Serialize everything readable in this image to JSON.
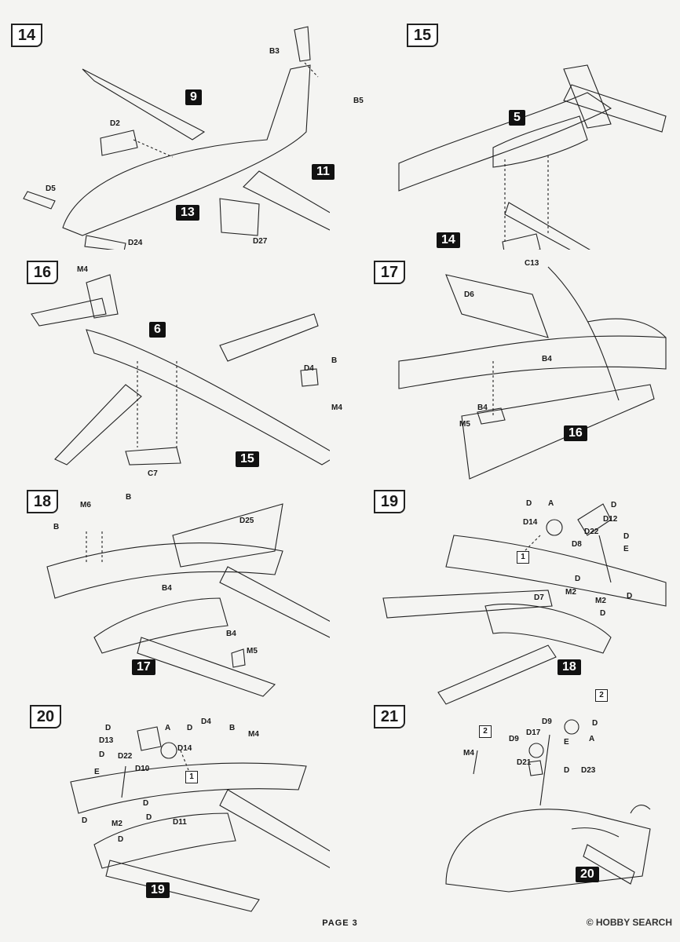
{
  "page": {
    "footer": "PAGE 3",
    "watermark": "© HOBBY SEARCH"
  },
  "panels": [
    {
      "step": "14",
      "labels": [
        "B3",
        "B5",
        "9",
        "D2",
        "11",
        "D5",
        "13",
        "D24",
        "D27"
      ]
    },
    {
      "step": "15",
      "labels": [
        "5",
        "14",
        "C13"
      ]
    },
    {
      "step": "16",
      "labels": [
        "M4",
        "6",
        "D4",
        "B",
        "M4",
        "C7",
        "15"
      ]
    },
    {
      "step": "17",
      "labels": [
        "D6",
        "B4",
        "B4",
        "M5",
        "16"
      ]
    },
    {
      "step": "18",
      "labels": [
        "M6",
        "B",
        "B",
        "D25",
        "B4",
        "B4",
        "M5",
        "17"
      ]
    },
    {
      "step": "19",
      "labels": [
        "D",
        "A",
        "D",
        "D14",
        "D12",
        "D22",
        "D",
        "D8",
        "E",
        "1",
        "D",
        "M2",
        "D7",
        "D",
        "M2",
        "D",
        "18"
      ]
    },
    {
      "step": "20",
      "labels": [
        "D",
        "A",
        "D",
        "D4",
        "B",
        "M4",
        "D13",
        "D14",
        "D",
        "D22",
        "D10",
        "1",
        "E",
        "D",
        "D",
        "M2",
        "D11",
        "D",
        "D",
        "19"
      ]
    },
    {
      "step": "21",
      "labels": [
        "2",
        "D9",
        "D",
        "2",
        "D17",
        "E",
        "D9",
        "A",
        "M4",
        "D21",
        "D23",
        "D",
        "20"
      ]
    }
  ]
}
